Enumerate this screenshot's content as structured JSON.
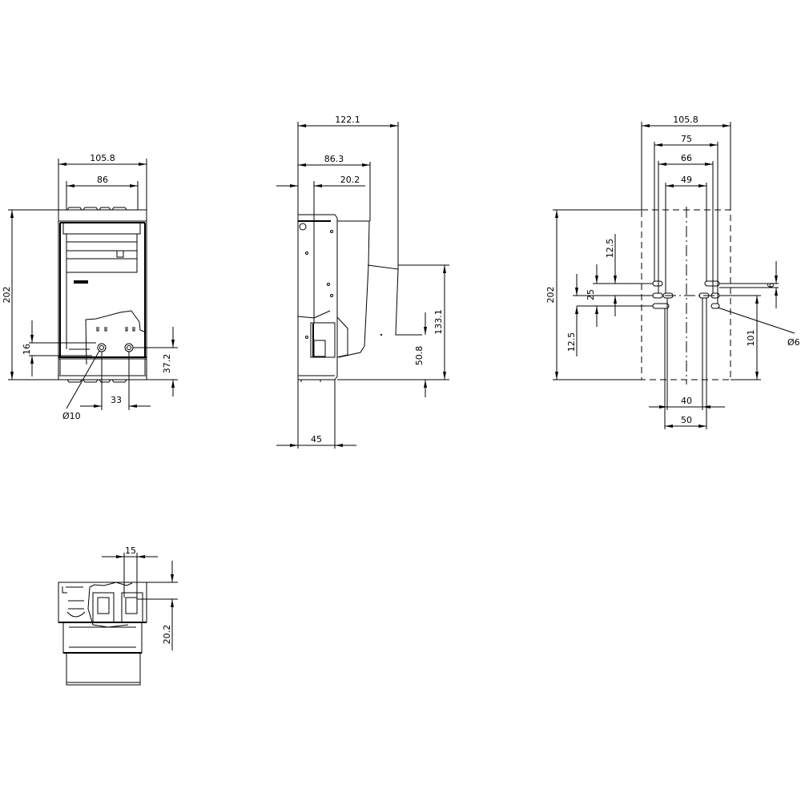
{
  "front_view": {
    "width_overall": "105.8",
    "width_inner": "86",
    "height": "202",
    "terminal_offset": "16",
    "terminal_height": "37.2",
    "terminal_pitch": "33",
    "hole_diameter": "Ø10"
  },
  "side_view": {
    "depth_overall": "122.1",
    "depth_handle": "86.3",
    "depth_front": "20.2",
    "height_handle": "133.1",
    "height_lower": "50.8",
    "depth_base": "45"
  },
  "mounting_view": {
    "width_overall": "105.8",
    "width_75": "75",
    "width_66": "66",
    "width_49": "49",
    "height": "202",
    "slot_spacing_top": "12.5",
    "slot_spacing_total": "25",
    "slot_spacing_bottom": "12.5",
    "slot_offset_right": "6",
    "center_height": "101",
    "slot_spacing_40": "40",
    "slot_spacing_50": "50",
    "hole_diameter": "Ø6"
  },
  "bottom_view": {
    "terminal_width": "15",
    "terminal_depth": "20.2"
  }
}
